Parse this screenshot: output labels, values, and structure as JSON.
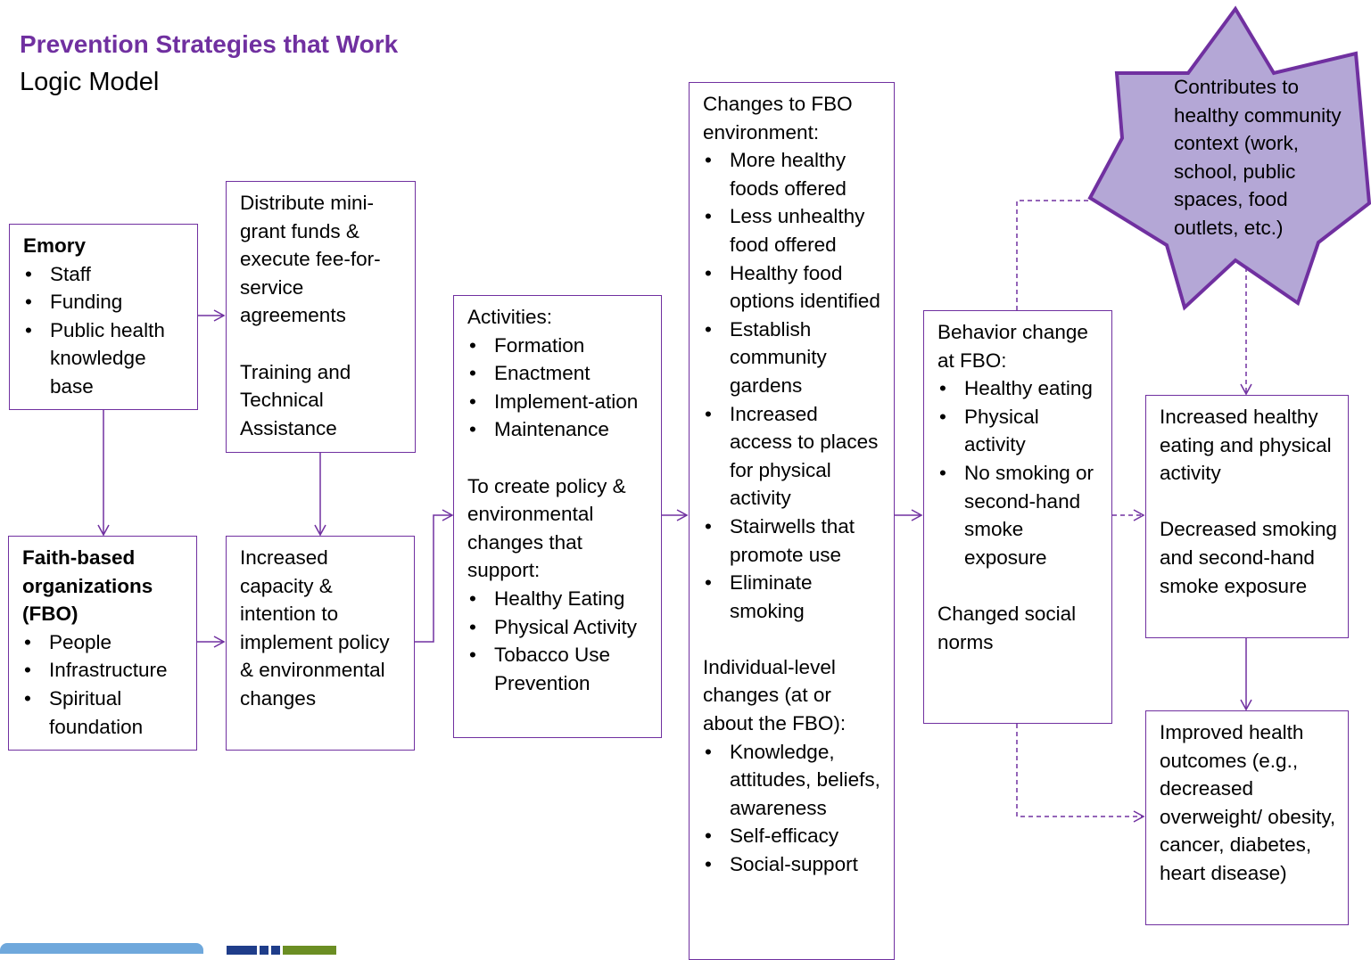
{
  "header": {
    "title": "Prevention Strategies that Work",
    "subtitle": "Logic Model"
  },
  "boxes": {
    "emory": {
      "head": "Emory",
      "items": [
        "Staff",
        "Funding",
        "Public health knowledge base"
      ]
    },
    "fbo": {
      "head": "Faith-based organizations (FBO)",
      "items": [
        "People",
        "Infrastructure",
        "Spiritual foundation"
      ]
    },
    "distribute": {
      "text1": "Distribute mini-grant funds & execute fee-for-service agreements",
      "text2": "Training and Technical Assistance"
    },
    "capacity": {
      "text": "Increased capacity & intention to implement policy & environmental changes"
    },
    "activities": {
      "head": "Activities:",
      "items": [
        "Formation",
        "Enactment",
        "Implement-ation",
        "Maintenance"
      ],
      "head2": "To create policy & environmental changes that support:",
      "items2": [
        "Healthy Eating",
        "Physical Activity",
        "Tobacco Use Prevention"
      ]
    },
    "changes": {
      "head": "Changes to FBO environment:",
      "items": [
        "More healthy foods offered",
        "Less unhealthy food offered",
        "Healthy food options identified",
        "Establish community gardens",
        "Increased access to places for physical activity",
        "Stairwells that promote use",
        "Eliminate smoking"
      ],
      "head2": "Individual-level changes (at or about the FBO):",
      "items2": [
        "Knowledge, attitudes, beliefs, awareness",
        "Self-efficacy",
        "Social-support"
      ]
    },
    "behavior": {
      "head": "Behavior change at FBO:",
      "items": [
        "Healthy eating",
        "Physical activity",
        "No smoking or second-hand smoke exposure"
      ],
      "text2": "Changed social norms"
    },
    "increased": {
      "text1": "Increased healthy eating and physical activity",
      "text2": "Decreased smoking and second-hand smoke exposure"
    },
    "improved": {
      "text": "Improved health outcomes (e.g., decreased overweight/ obesity, cancer, diabetes, heart disease)"
    }
  },
  "star": {
    "text": "Contributes to healthy community context (work, school, public spaces, food outlets, etc.)"
  },
  "colors": {
    "accent": "#7030a0",
    "star_fill": "#b4a7d6"
  }
}
